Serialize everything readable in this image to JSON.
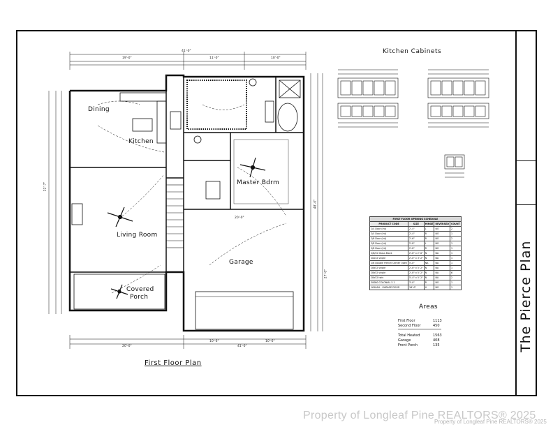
{
  "sheet": {
    "title": "The Pierce Plan"
  },
  "plan": {
    "title": "First Floor Plan",
    "rooms": {
      "dining": "Dining",
      "kitchen": "Kitchen",
      "living_room": "Living Room",
      "master_bdrm": "Master Bdrm",
      "garage": "Garage",
      "covered_porch_line1": "Covered",
      "covered_porch_line2": "Porch"
    },
    "dimensions": {
      "overall_width_top": "41'-0\"",
      "overall_width_bottom": "41'-0\"",
      "overall_depth": "48'-0\"",
      "garage_width": "20'-0\"",
      "top_left": "19'-0\"",
      "top_mid": "11'-0\"",
      "top_right": "10'-0\"",
      "bottom_left": "20'-0\"",
      "bottom_mid": "10'-6\"",
      "bottom_right": "10'-6\"",
      "left_depth": "22'-7\"",
      "right_depth": "27'-0\""
    }
  },
  "kitchen_cabinets": {
    "title": "Kitchen Cabinets"
  },
  "schedule": {
    "caption": "FIRST FLOOR OPENING SCHEDULE",
    "headers": [
      "PRODUCT CODE",
      "SIZE",
      "HINGE",
      "REVERSED",
      "COUNT"
    ],
    "rows": [
      [
        "2/4 Door (int)",
        "2'-4\"",
        "L",
        "NO",
        "2"
      ],
      [
        "2/4 Door (int)",
        "2'-4\"",
        "R",
        "NO",
        "1"
      ],
      [
        "2/6 Door (int)",
        "2'-6\"",
        "R",
        "NO",
        "2"
      ],
      [
        "2/8 Door (int)",
        "2'-8\"",
        "L",
        "NO",
        "1"
      ],
      [
        "2/8 Door (int)",
        "2'-8\"",
        "R",
        "NO",
        "1"
      ],
      [
        "2/6/20 Glass Block",
        "2'-6\" x 2'-0\"",
        "N",
        "NA",
        "1"
      ],
      [
        "20x32 single",
        "2'-0\" x 3'-2\"",
        "N",
        "NA",
        "1"
      ],
      [
        "2/6 Double French Center Open",
        "5'-0\"",
        "NA",
        "NA",
        "1"
      ],
      [
        "28x52 single",
        "2'-8\" x 5'-2\"",
        "N",
        "NA",
        "1"
      ],
      [
        "28x52 single",
        "2'-8\" x 5'-2\"",
        "N",
        "NA",
        "6"
      ],
      [
        "28x52 twin",
        "5'-4\" x 5'-2\"",
        "N",
        "NA",
        "2"
      ],
      [
        "30080 COLONIAL 5 1",
        "3'-0\"",
        "R",
        "NO",
        "1"
      ],
      [
        "1610AH - GARAGE DOOR",
        "16'-0\"",
        "U",
        "NO",
        "1"
      ]
    ]
  },
  "areas": {
    "title": "Areas",
    "rows": [
      {
        "label": "First Floor",
        "value": "1113"
      },
      {
        "label": "Second Floor",
        "value": "450"
      },
      {
        "label": "Total Heated",
        "value": "1563"
      },
      {
        "label": "Garage",
        "value": "408"
      },
      {
        "label": "Front Porch",
        "value": "135"
      }
    ]
  },
  "watermark": {
    "text": "Property of Longleaf Pine REALTORS® 2025",
    "subtext": "Property of Longleaf Pine REALTORS® 2025"
  },
  "colors": {
    "line": "#111111",
    "background": "#ffffff",
    "watermark": "#c8c8c8"
  }
}
